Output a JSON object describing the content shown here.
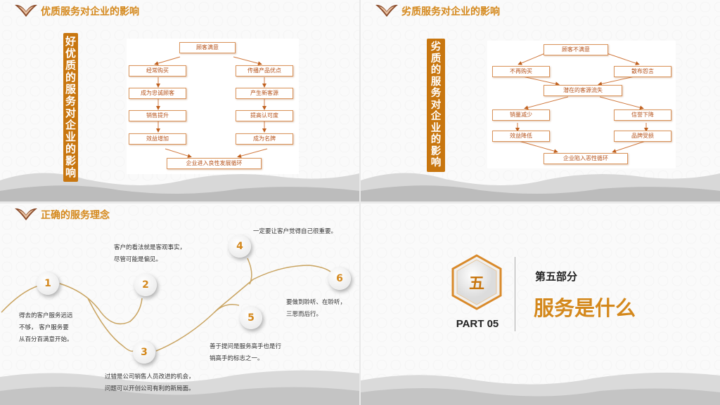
{
  "slides": [
    {
      "title": "优质服务对企业的影响",
      "vertical_label": "好优质的服务对企业的影响",
      "flow": {
        "top": "顾客满意",
        "left": [
          "经常购买",
          "成为忠诚顾客",
          "销售提升",
          "效益增加"
        ],
        "right": [
          "传播产品优点",
          "产生新客源",
          "提高认可度",
          "成为名牌"
        ],
        "bottom": "企业进入良性发展循环"
      }
    },
    {
      "title": "劣质服务对企业的影响",
      "vertical_label": "劣质的服务对企业的影响",
      "flow": {
        "top": "顾客不满意",
        "row1": [
          "不再购买",
          "散布怨言"
        ],
        "middle": "潜在的客源流失",
        "left": [
          "销量减少",
          "效益降低"
        ],
        "right": [
          "信誉下降",
          "品牌受损"
        ],
        "bottom": "企业陷入恶性循环"
      }
    },
    {
      "title": "正确的服务理念",
      "points": [
        {
          "num": "1",
          "lines": [
            "得去的客户服务远远",
            "不够， 客户服务要",
            "从百分百满意开始。"
          ]
        },
        {
          "num": "2",
          "lines": [
            "客户的看法就是客观事实，",
            "尽管可能是偏见。"
          ]
        },
        {
          "num": "3",
          "lines": [
            "过错是公司销售人员改进的机会，",
            "问题可以开创公司有利的新局面。"
          ]
        },
        {
          "num": "4",
          "lines": [
            "一定要让客户觉得自己很重要。"
          ]
        },
        {
          "num": "5",
          "lines": [
            "善于提问是服务高手也是行",
            "销高手的标志之一。"
          ]
        },
        {
          "num": "6",
          "lines": [
            "要做到聆听、在聆听，",
            "三思而后行。"
          ]
        }
      ]
    },
    {
      "badge": "五",
      "part": "PART 05",
      "subtitle": "第五部分",
      "heading": "服务是什么"
    }
  ],
  "colors": {
    "accent": "#d4881c",
    "label_bg": "#c8760f",
    "flow_text": "#b5521a"
  }
}
